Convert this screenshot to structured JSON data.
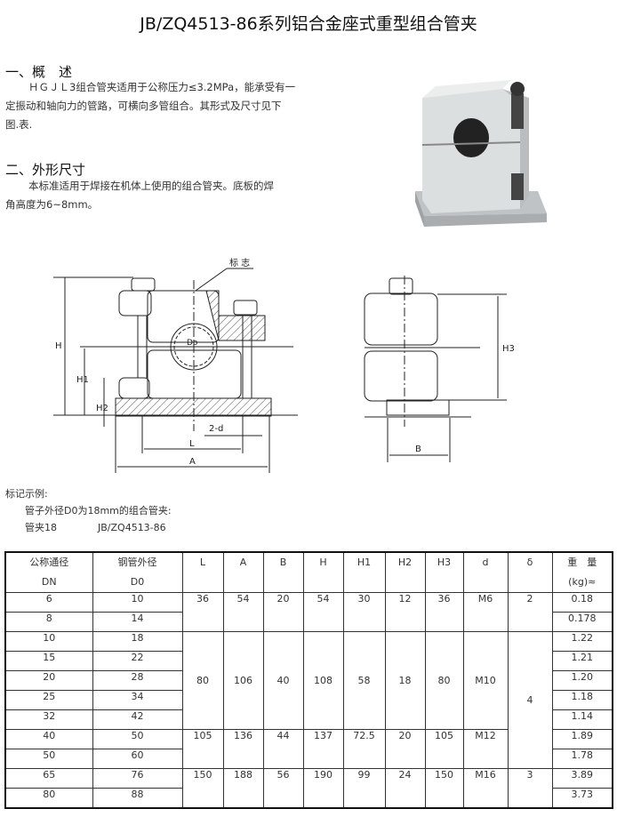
{
  "title": "JB/ZQ4513-86系列铝合金座式重型组合管夹",
  "section1": {
    "heading": "一、概　述",
    "text1": "ＨＧＪＬ3组合管夹适用于公称压力≤3.2MPa，能承受有一",
    "text2": "定振动和轴向力的管路，可横向多管组合。其形式及尺寸见下",
    "text3": "图.表."
  },
  "section2": {
    "heading": "二、外形尺寸",
    "text1": "本标准适用于焊接在机体上使用的组合管夹。底板的焊",
    "text2": "角高度为6~8mm。"
  },
  "drawing": {
    "mark": "标 志",
    "H": "H",
    "H1": "H1",
    "H2": "H2",
    "H3": "H3",
    "Do": "Do",
    "two_d": "2-d",
    "L": "L",
    "A": "A",
    "B": "B"
  },
  "example": {
    "heading": "标记示例:",
    "line1": "管子外径D0为18mm的组合管夹:",
    "line2_a": "管夹18",
    "line2_b": "JB/ZQ4513-86"
  },
  "table": {
    "headers": [
      [
        "公称通径",
        "DN"
      ],
      [
        "钢管外径",
        "D0"
      ],
      [
        "L",
        ""
      ],
      [
        "A",
        ""
      ],
      [
        "B",
        ""
      ],
      [
        "H",
        ""
      ],
      [
        "H1",
        ""
      ],
      [
        "H2",
        ""
      ],
      [
        "H3",
        ""
      ],
      [
        "d",
        ""
      ],
      [
        "δ",
        ""
      ],
      [
        "重　量",
        "(kg)≈"
      ]
    ],
    "rows": [
      [
        "6",
        "10",
        "0.18"
      ],
      [
        "8",
        "14",
        "0.178"
      ],
      [
        "10",
        "18",
        "1.22"
      ],
      [
        "15",
        "22",
        "1.21"
      ],
      [
        "20",
        "28",
        "1.20"
      ],
      [
        "25",
        "34",
        "1.18"
      ],
      [
        "32",
        "42",
        "1.14"
      ],
      [
        "40",
        "50",
        "1.89"
      ],
      [
        "50",
        "60",
        "1.78"
      ],
      [
        "65",
        "76",
        "3.89"
      ],
      [
        "80",
        "88",
        "3.73"
      ]
    ],
    "groups": [
      [
        "36",
        "54",
        "20",
        "54",
        "30",
        "12",
        "36",
        "M6"
      ],
      [
        "80",
        "106",
        "40",
        "108",
        "58",
        "18",
        "80",
        "M10"
      ],
      [
        "105",
        "136",
        "44",
        "137",
        "72.5",
        "20",
        "105",
        "M12"
      ],
      [
        "150",
        "188",
        "56",
        "190",
        "99",
        "24",
        "150",
        "M16"
      ]
    ],
    "delta": [
      "2",
      "4",
      "3"
    ]
  }
}
